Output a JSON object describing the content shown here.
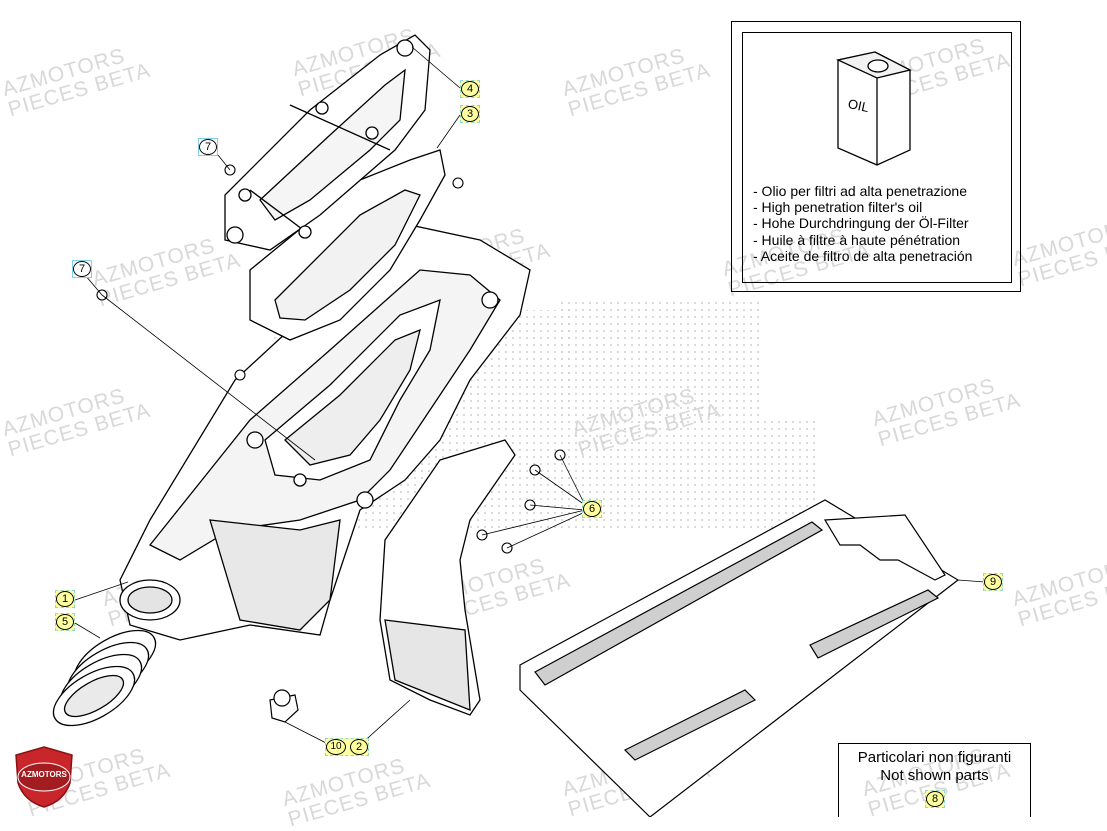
{
  "watermark": {
    "line1": "AZMOTORS",
    "line2": "PIECES BETA"
  },
  "logo_text": "AZMOTORS",
  "oil_label": "OIL",
  "oil_info_lines": [
    "- Olio per filtri ad alta penetrazione",
    "- High penetration filter's oil",
    "- Hohe Durchdringung der Öl-Filter",
    "- Huile à filtre à haute pénétration",
    "- Aceite de filtro de alta penetración"
  ],
  "not_shown": {
    "line1": "Particolari non figuranti",
    "line2": "Not shown parts",
    "ref": "8"
  },
  "callouts": {
    "c1": "1",
    "c2": "2",
    "c3": "3",
    "c4": "4",
    "c5": "5",
    "c6": "6",
    "c7a": "7",
    "c7b": "7",
    "c9": "9",
    "c10": "10"
  },
  "colors": {
    "callout_fill": "#ffffa0",
    "callout_border": "#8fd6d6",
    "logo_red": "#c8262b",
    "watermark": "#d8d8d8"
  }
}
